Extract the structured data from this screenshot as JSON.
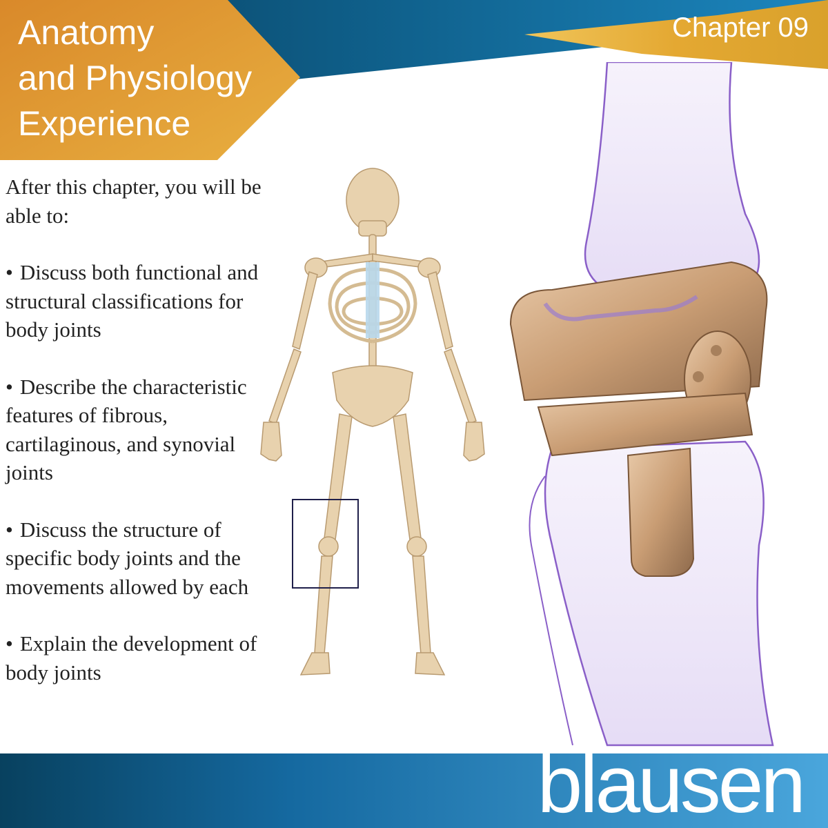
{
  "header": {
    "title_lines": [
      "Anatomy",
      "and Physiology",
      "Experience"
    ],
    "chapter": "Chapter 09"
  },
  "objectives": {
    "intro": "After this chapter, you will be able to:",
    "bullet": "•",
    "items": [
      "Discuss both functional and structural classifications for body joints",
      "Describe the characteristic features of fibrous, cartilaginous, and synovial joints",
      "Discuss the structure of specific body joints and the movements allowed by each",
      "Explain the development of body joints"
    ]
  },
  "footer": {
    "brand": "blausen"
  },
  "colors": {
    "banner_orange": "#D98F2B",
    "banner_gold": "#E6AC3A",
    "banner_blue_dark": "#0B4E72",
    "banner_blue_light": "#4AA6DC",
    "bone": "#E8D2AE",
    "cartilage_blue": "#B8D8EC",
    "implant_bronze": "#C99D74",
    "tissue_purple": "#8A5FC8"
  },
  "icons": {
    "skeleton": "skeleton-illustration",
    "knee": "knee-implant-illustration"
  }
}
